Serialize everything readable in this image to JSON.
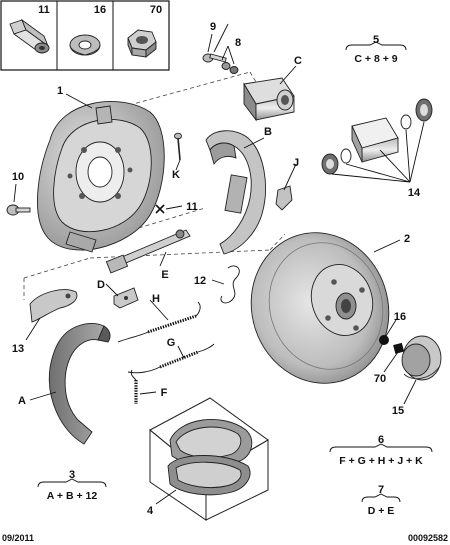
{
  "legend_boxes": [
    {
      "number": "11"
    },
    {
      "number": "16"
    },
    {
      "number": "70"
    }
  ],
  "callouts": {
    "c1": "1",
    "c2": "2",
    "c4": "4",
    "c8": "8",
    "c9": "9",
    "c10": "10",
    "c11": "11",
    "c12": "12",
    "c13": "13",
    "c14": "14",
    "c15": "15",
    "c16": "16",
    "c70": "70",
    "cA": "A",
    "cB": "B",
    "cC": "C",
    "cD": "D",
    "cE": "E",
    "cF": "F",
    "cG": "G",
    "cH": "H",
    "cJ": "J",
    "cK": "K"
  },
  "formulas": [
    {
      "number": "5",
      "expression": "C + 8 + 9"
    },
    {
      "number": "6",
      "expression": "F + G + H + J + K"
    },
    {
      "number": "7",
      "expression": "D + E"
    },
    {
      "number": "3",
      "expression": "A + B + 12"
    }
  ],
  "footer": {
    "date": "09/2011",
    "reference": "00092582"
  },
  "colors": {
    "part_grey": "#c8c8c8",
    "part_dark": "#8c8c8c",
    "line": "#111111"
  }
}
